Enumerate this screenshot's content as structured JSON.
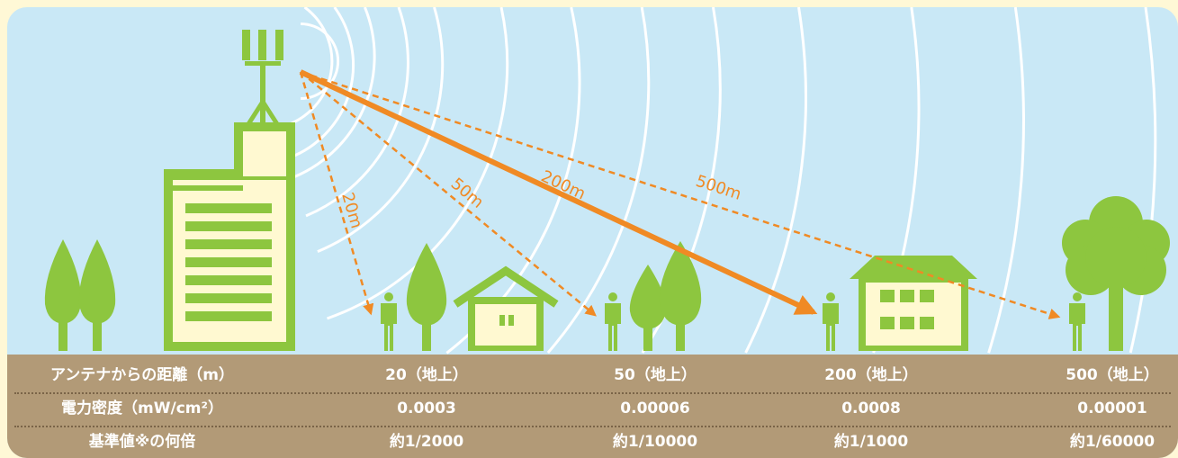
{
  "distance_labels": [
    "20m",
    "50m",
    "200m",
    "500m"
  ],
  "table": {
    "rows": [
      {
        "label": "アンテナからの距離（m）",
        "values": [
          "20（地上）",
          "50（地上）",
          "200（地上）",
          "500（地上）"
        ]
      },
      {
        "label": "電力密度（mW/cm²）",
        "values": [
          "0.0003",
          "0.00006",
          "0.0008",
          "0.00001"
        ]
      },
      {
        "label": "基準値※の何倍",
        "values": [
          "約1/2000",
          "約1/10000",
          "約1/1000",
          "約1/60000"
        ]
      }
    ]
  },
  "colors": {
    "sky": "#c9e8f6",
    "green": "#8dc63f",
    "building_fill": "#fff9d1",
    "arrow": "#f08a24",
    "ground": "#b29a77",
    "page_bg": "#fff8d6"
  }
}
